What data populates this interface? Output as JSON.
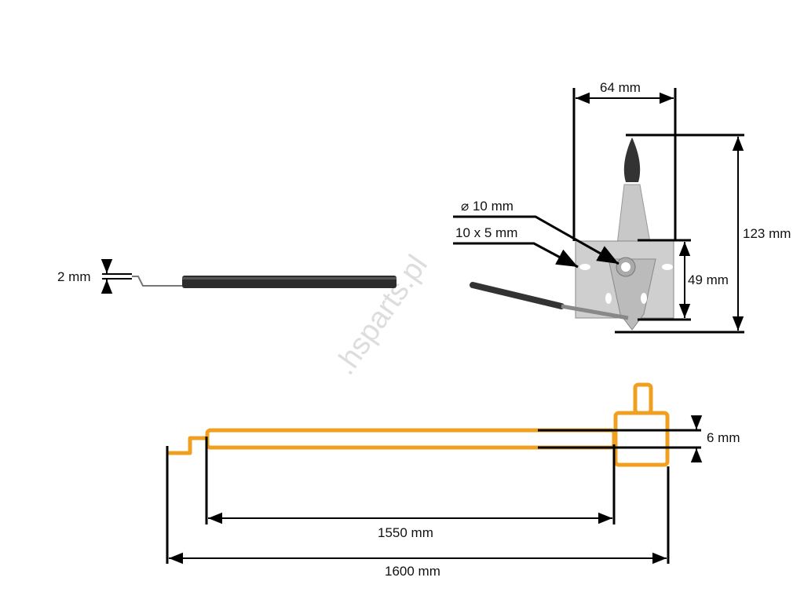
{
  "watermark": ".hsparts.pl",
  "dimensions": {
    "cable_diameter": "2 mm",
    "lever_width": "64 mm",
    "lever_height": "123 mm",
    "plate_height": "49 mm",
    "hole_diameter": "⌀ 10 mm",
    "slot_size": "10 x 5 mm",
    "outer_diameter": "6 mm",
    "sheath_length": "1550 mm",
    "total_length": "1600 mm"
  },
  "colors": {
    "cable_outline": "#f0a020",
    "dimension": "#000000"
  }
}
